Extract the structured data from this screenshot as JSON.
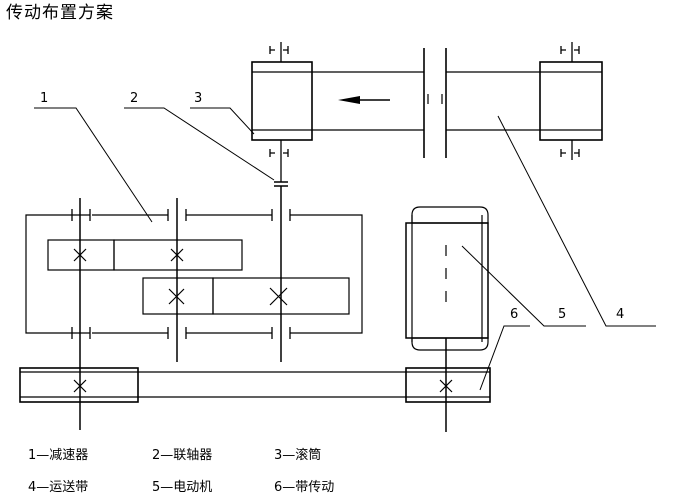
{
  "title": "传动布置方案",
  "callouts": [
    "1",
    "2",
    "3",
    "4",
    "5",
    "6"
  ],
  "legend": [
    {
      "label": "1—减速器"
    },
    {
      "label": "2—联轴器"
    },
    {
      "label": "3—滚筒"
    },
    {
      "label": "4—运送带"
    },
    {
      "label": "5—电动机"
    },
    {
      "label": "6—带传动"
    }
  ],
  "line_color": "#000000"
}
